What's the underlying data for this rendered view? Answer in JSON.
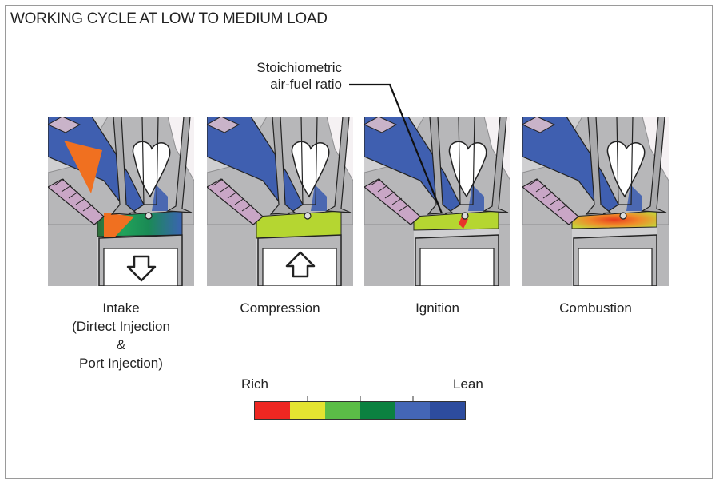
{
  "title": "WORKING CYCLE AT LOW TO MEDIUM LOAD",
  "callout": {
    "line1": "Stoichiometric",
    "line2": "air-fuel ratio"
  },
  "panels": [
    {
      "caption": [
        "Intake",
        "(Dirtect Injection",
        "&",
        "Port Injection)"
      ],
      "arrow": "down"
    },
    {
      "caption": [
        "Compression"
      ],
      "arrow": "up"
    },
    {
      "caption": [
        "Ignition"
      ],
      "arrow": "none"
    },
    {
      "caption": [
        "Combustion"
      ],
      "arrow": "none"
    }
  ],
  "legend": {
    "left_label": "Rich",
    "right_label": "Lean",
    "colors": [
      "#ee2722",
      "#e4e431",
      "#5bbd47",
      "#0b8140",
      "#4466b6",
      "#2d4c9e"
    ]
  },
  "colors": {
    "intake_charge": "#3f5fb0",
    "mixture_green": "#b5d631",
    "combustion_orange": "#f08a2a",
    "metal_gray": "#b7b7b9",
    "outline": "#222222"
  }
}
